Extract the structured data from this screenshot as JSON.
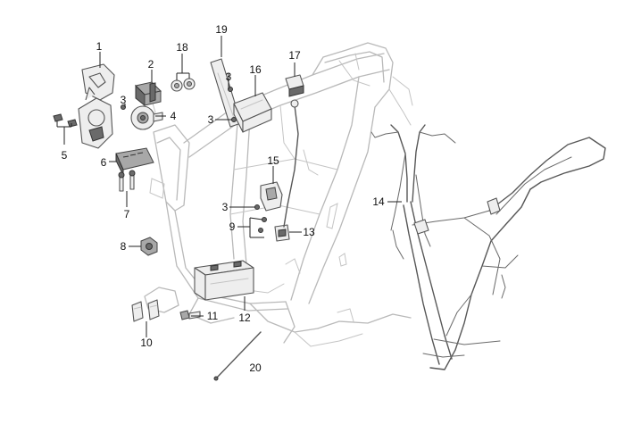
{
  "callouts": [
    {
      "id": "c1",
      "text": "1"
    },
    {
      "id": "c2",
      "text": "2"
    },
    {
      "id": "c3a",
      "text": "3"
    },
    {
      "id": "c3b",
      "text": "3"
    },
    {
      "id": "c3c",
      "text": "3"
    },
    {
      "id": "c3d",
      "text": "3"
    },
    {
      "id": "c4",
      "text": "4"
    },
    {
      "id": "c5",
      "text": "5"
    },
    {
      "id": "c6",
      "text": "6"
    },
    {
      "id": "c7",
      "text": "7"
    },
    {
      "id": "c8",
      "text": "8"
    },
    {
      "id": "c9",
      "text": "9"
    },
    {
      "id": "c10",
      "text": "10"
    },
    {
      "id": "c11",
      "text": "11"
    },
    {
      "id": "c12",
      "text": "12"
    },
    {
      "id": "c13",
      "text": "13"
    },
    {
      "id": "c14",
      "text": "14"
    },
    {
      "id": "c15",
      "text": "15"
    },
    {
      "id": "c16",
      "text": "16"
    },
    {
      "id": "c17",
      "text": "17"
    },
    {
      "id": "c18",
      "text": "18"
    },
    {
      "id": "c19",
      "text": "19"
    },
    {
      "id": "c20",
      "text": "20"
    }
  ],
  "colors": {
    "frame_line": "#b9b9b9",
    "part_outline": "#555555",
    "callout_text": "#111111",
    "background": "#ffffff"
  }
}
